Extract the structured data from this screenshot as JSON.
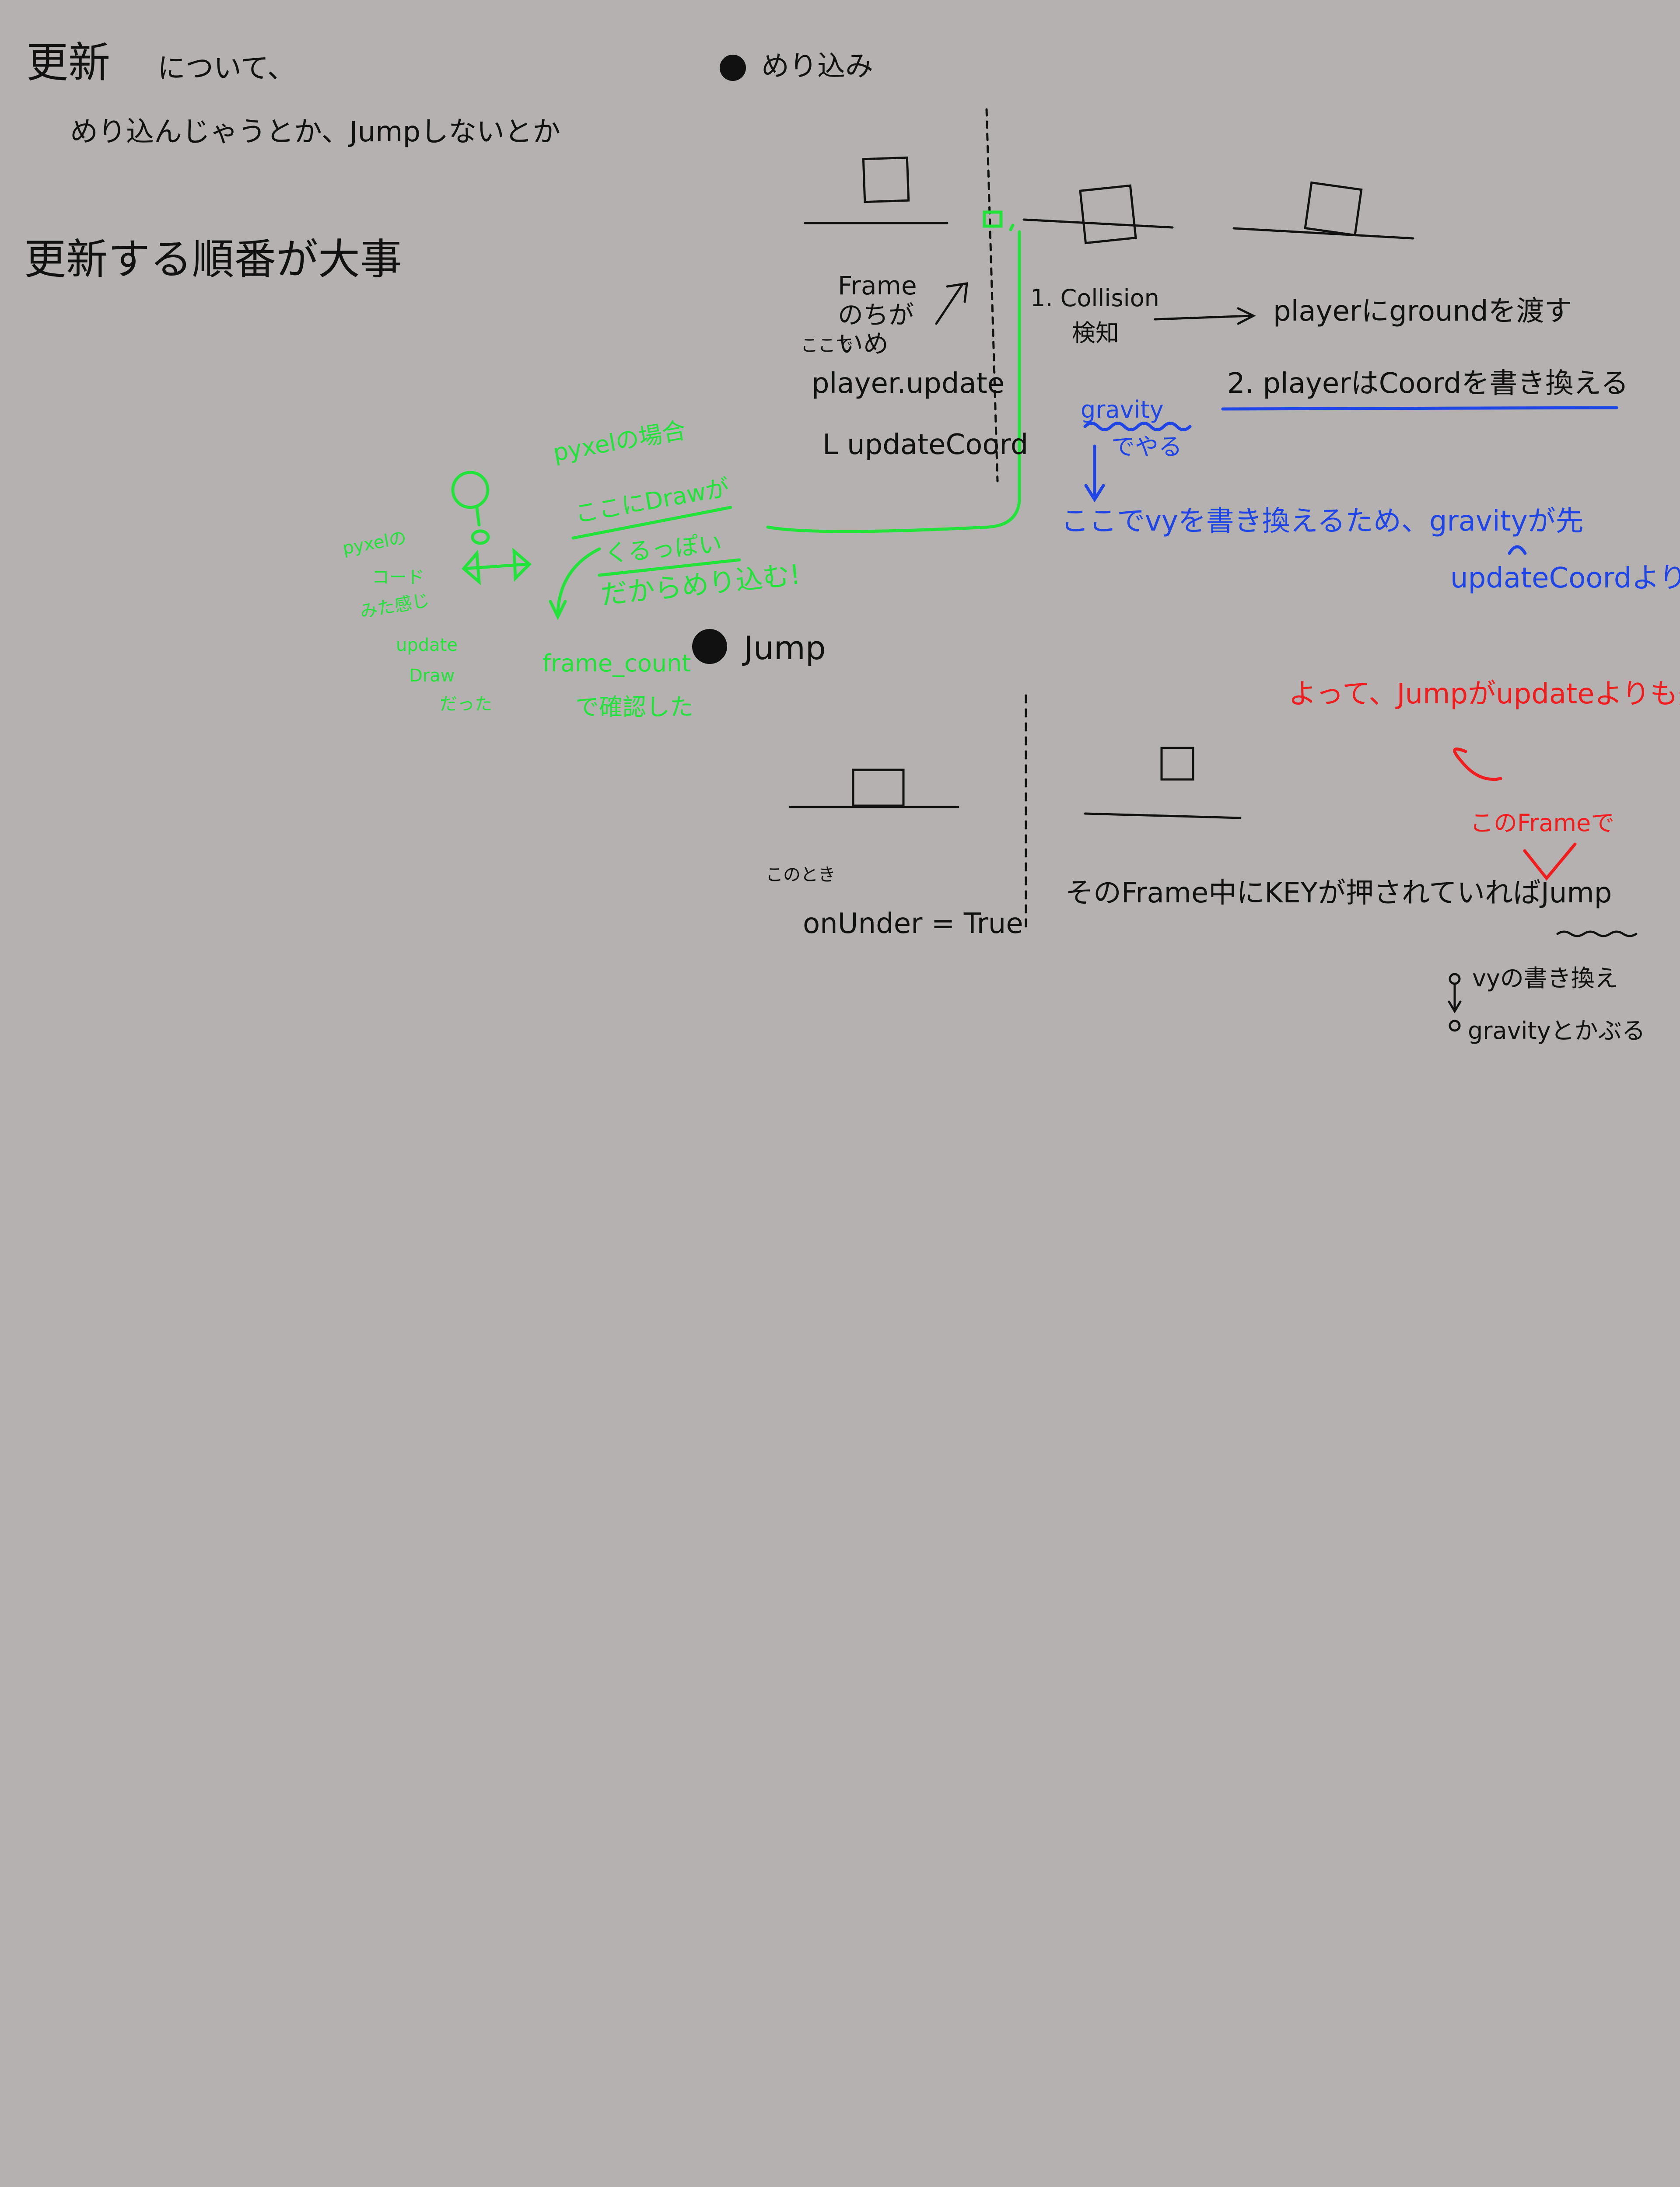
{
  "colors": {
    "background": "#b5b1b0",
    "ink_black": "#111111",
    "ink_green": "#22e33a",
    "ink_blue": "#1f45e6",
    "ink_red": "#ef1d1d"
  },
  "header": {
    "title": "更新",
    "title_rest": "について、",
    "subtitle": "めり込んじゃうとか、Jumpしないとか",
    "order_note": "更新する順番が大事"
  },
  "section_merikomi": {
    "heading": "めり込み",
    "frame_gap_label": "Frameのちがいめ",
    "here_label": "ここで",
    "player_update": "player.update",
    "update_coord": "L updateCoord",
    "step1_line1": "1. Collision",
    "step1_line2": "検知",
    "step1_result": "playerにgroundを渡す",
    "step2": "2. playerはCoordを書き換える"
  },
  "pyxel_notes": {
    "header": "pyxelの場合",
    "line1": "ここにDrawが",
    "line2": "くるっぽい",
    "line3": "だからめり込む!",
    "side1": "pyxelの",
    "side2": "コード",
    "side3": "みた感じ",
    "side4": "update",
    "side5": "Draw",
    "side6": "だった",
    "frame_count1": "frame_count",
    "frame_count2": "で確認した"
  },
  "gravity_notes": {
    "gravity": "gravity",
    "de_yaru": "でやる",
    "reason": "ここでvyを書き換えるため、gravityが先",
    "than_update": "updateCoordよりも"
  },
  "section_jump": {
    "heading": "Jump",
    "kono_toki": "このとき",
    "on_under": "onUnder = True",
    "key_press": "そのFrame中にKEYが押されていればJump",
    "conclusion": "よって、Jumpがupdateよりも先",
    "this_frame": "このFrameで",
    "vy_rewrite": "vyの書き換え",
    "gravity_kabusaru": "gravityとかぶる"
  }
}
